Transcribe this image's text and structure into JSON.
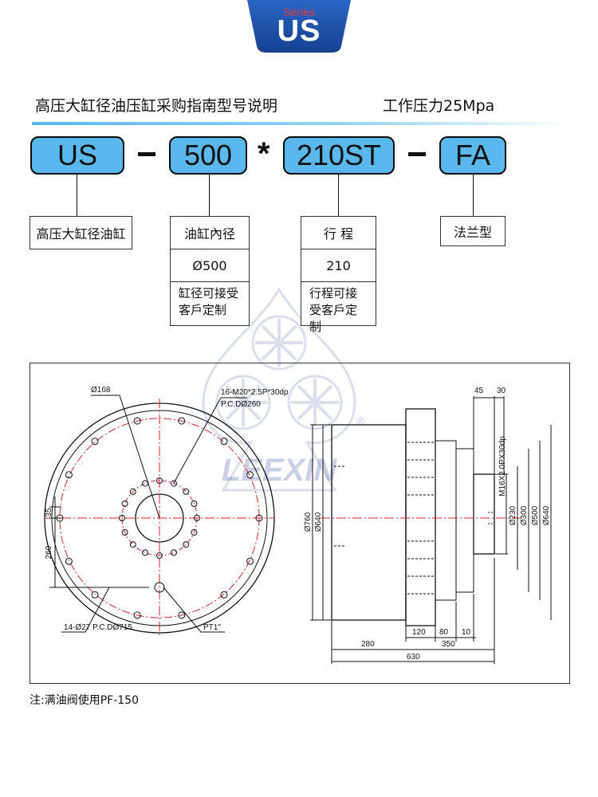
{
  "header": {
    "series": "Series",
    "model": "US"
  },
  "title": "高压大缸径油压缸采购指南型号说明",
  "pressure": "工作压力25Mpa",
  "code": {
    "part1": "US",
    "part2": "500",
    "star": "*",
    "part3": "210ST",
    "part4": "FA"
  },
  "boxes": {
    "type": "高压大缸径油缸",
    "bore_label": "油缸內径",
    "bore_value": "Ø500",
    "bore_note": "缸径可接受客戶定制",
    "stroke_label": "行 程",
    "stroke_value": "210",
    "stroke_note": "行程可接受客戶定制",
    "mount": "法兰型"
  },
  "watermark": {
    "brand": "LEEXIN",
    "registered": "®"
  },
  "drawing": {
    "left_view": {
      "d168": "Ø168",
      "bolt": "16-M20*2.5P*30dp",
      "pcd260": "P.C.DØ260",
      "dim35": "35",
      "dim260": "260",
      "holes": "14-Ø27 P.C.DØ715",
      "port": "PT1\""
    },
    "right_view": {
      "d760": "Ø760",
      "d640": "Ø640",
      "d45": "45",
      "d30": "30",
      "thread": "M16X2.0PX30dp",
      "d230": "Ø230",
      "d300": "Ø300",
      "d500": "Ø500",
      "d640r": "Ø640",
      "d120": "120",
      "d80": "80",
      "d10": "10",
      "d280": "280",
      "d350": "350",
      "d630": "630"
    }
  },
  "note": "注:满油阀使用PF-150",
  "colors": {
    "accent": "#5ab8ec",
    "tab": "#1f4fa8",
    "center_line": "#d9262b"
  }
}
